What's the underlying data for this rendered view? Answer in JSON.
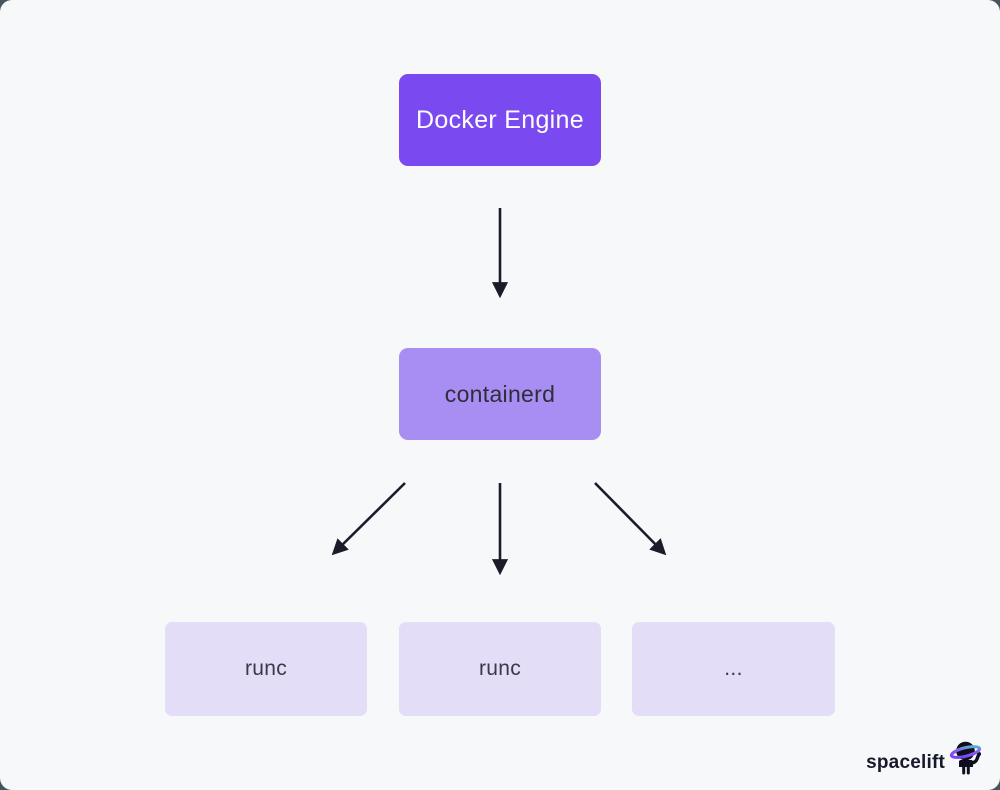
{
  "diagram": {
    "background": "#f7f8fa",
    "arrow_color": "#1b1c2a",
    "nodes": [
      {
        "id": "docker-engine",
        "label": "Docker Engine",
        "fill": "#7b49f0",
        "text_color": "#ffffff"
      },
      {
        "id": "containerd",
        "label": "containerd",
        "fill": "#a88ef3",
        "text_color": "#2e2e3a"
      },
      {
        "id": "runc-1",
        "label": "runc",
        "fill": "#e3ddf8",
        "text_color": "#3a3947"
      },
      {
        "id": "runc-2",
        "label": "runc",
        "fill": "#e3ddf8",
        "text_color": "#3a3947"
      },
      {
        "id": "more",
        "label": "...",
        "fill": "#e3ddf8",
        "text_color": "#3a3947"
      }
    ],
    "edges": [
      {
        "from": "docker-engine",
        "to": "containerd"
      },
      {
        "from": "containerd",
        "to": "runc-1"
      },
      {
        "from": "containerd",
        "to": "runc-2"
      },
      {
        "from": "containerd",
        "to": "more"
      }
    ]
  },
  "branding": {
    "logo_text": "spacelift",
    "logo_icon": "astronaut-saturn-icon",
    "text_color": "#171a2c",
    "ring_gradient_start": "#6f3ff5",
    "ring_gradient_end": "#43d8c5"
  }
}
